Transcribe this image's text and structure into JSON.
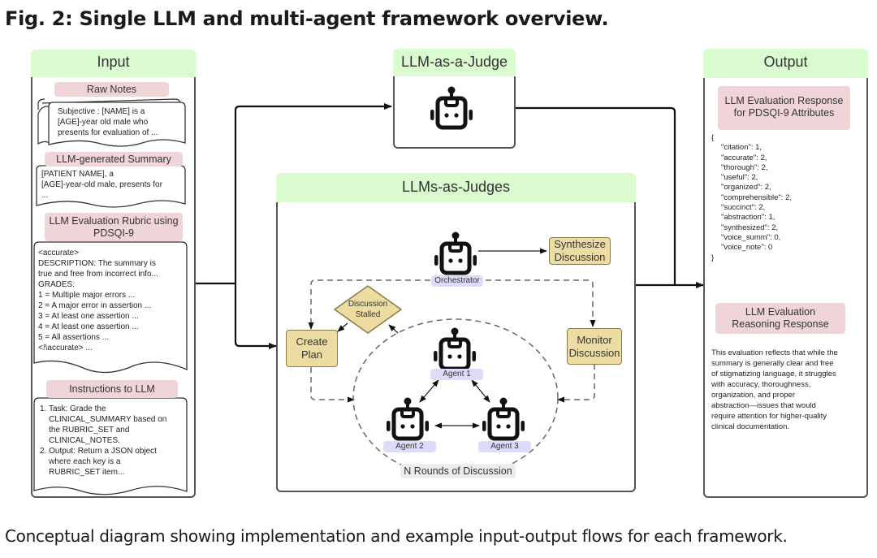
{
  "figure": {
    "title": "Fig. 2: Single LLM and multi-agent framework overview.",
    "caption": "Conceptual diagram showing implementation and example input-output flows for each framework."
  },
  "input": {
    "title": "Input",
    "raw_notes": {
      "label": "Raw Notes",
      "lines": [
        "Subjective : [NAME] is a",
        "[AGE]-year old male who",
        "presents for evaluation of  ..."
      ]
    },
    "summary": {
      "label": "LLM-generated Summary",
      "lines": [
        "[PATIENT NAME], a",
        "[AGE]-year-old male, presents for",
        "..."
      ]
    },
    "rubric": {
      "label_line1": "LLM Evaluation Rubric using",
      "label_line2": "PDSQI-9",
      "lines": [
        "<accurate>",
        "DESCRIPTION: The summary is",
        "true and free from incorrect info...",
        "GRADES:",
        "1 = Multiple major errors ...",
        "2 = A major error in assertion ...",
        "3 = At least one assertion ...",
        "4 = At least one assertion ...",
        "5 = All assertions ...",
        "<!\\accurate> ..."
      ]
    },
    "instructions": {
      "label": "Instructions to LLM",
      "lines": [
        "1. Task: Grade the",
        "    CLINICAL_SUMMARY based on",
        "    the RUBRIC_SET and",
        "    CLINICAL_NOTES.",
        "2. Output: Return a JSON object",
        "    where each key is a",
        "    RUBRIC_SET item..."
      ]
    }
  },
  "single_judge": {
    "title": "LLM-as-a-Judge",
    "icon": "robot-icon"
  },
  "multi_judge": {
    "title": "LLMs-as-Judges",
    "orchestrator": "Orchestrator",
    "synthesize": [
      "Synthesize",
      "Discussion"
    ],
    "stalled": [
      "Discussion",
      "Stalled"
    ],
    "create_plan": [
      "Create",
      "Plan"
    ],
    "monitor": [
      "Monitor",
      "Discussion"
    ],
    "agents": [
      "Agent 1",
      "Agent 2",
      "Agent 3"
    ],
    "rounds": "N Rounds of Discussion"
  },
  "output": {
    "title": "Output",
    "response": {
      "label_line1": "LLM Evaluation Response",
      "label_line2": "for PDSQI-9 Attributes",
      "json_open": "{",
      "json_close": "}",
      "attributes": [
        {
          "key": "citation",
          "value": 1
        },
        {
          "key": "accurate",
          "value": 2
        },
        {
          "key": "thorough",
          "value": 2
        },
        {
          "key": "useful",
          "value": 2
        },
        {
          "key": "organized",
          "value": 2
        },
        {
          "key": "comprehensible",
          "value": 2
        },
        {
          "key": "succinct",
          "value": 2
        },
        {
          "key": "abstraction",
          "value": 1
        },
        {
          "key": "synthesized",
          "value": 2
        },
        {
          "key": "voice_summ",
          "value": 0
        },
        {
          "key": "voice_note",
          "value": 0
        }
      ]
    },
    "reasoning": {
      "label_line1": "LLM Evaluation",
      "label_line2": "Reasoning Response",
      "lines": [
        "This evaluation reflects that while the",
        "summary is generally clear and free",
        "of stigmatizing language, it struggles",
        "with accuracy, thoroughness,",
        "organization, and proper",
        "abstraction—issues that would",
        "require attention for higher-quality",
        "clinical documentation."
      ]
    }
  }
}
